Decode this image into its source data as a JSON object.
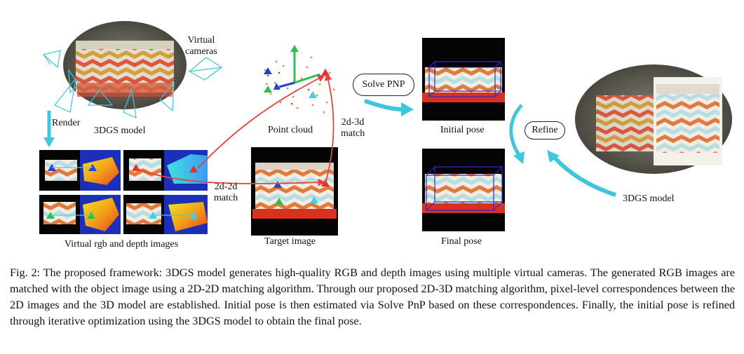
{
  "figure": {
    "labels": {
      "virtual_cameras_line1": "Virtual",
      "virtual_cameras_line2": "cameras",
      "render": "Render",
      "model_left": "3DGS model",
      "point_cloud": "Point cloud",
      "match_2d3d_line1": "2d-3d",
      "match_2d3d_line2": "match",
      "match_2d2d_line1": "2d-2d",
      "match_2d2d_line2": "match",
      "virtual_images": "Virtual rgb and depth images",
      "target_image": "Target image",
      "solve_pnp": "Solve PNP",
      "initial_pose": "Initial pose",
      "final_pose": "Final pose",
      "refine": "Refine",
      "model_right": "3DGS model"
    },
    "colors": {
      "arrow_cyan": "#3fc6dc",
      "match_line": "#e8413c",
      "box_outline": "#2a2ad0",
      "marker_red": "#e03030",
      "marker_blue": "#2540d8",
      "marker_green": "#2fbf4f",
      "marker_cyan": "#46d0e6"
    }
  },
  "caption": {
    "lead": "Fig. 2:",
    "text": "The proposed framework: 3DGS model generates high-quality RGB and depth images using multiple virtual cameras. The generated RGB images are matched with the object image using a 2D-2D matching algorithm. Through our proposed 2D-3D matching algorithm, pixel-level correspondences between the 2D images and the 3D model are established. Initial pose is then estimated via Solve PnP based on these correspondences. Finally, the initial pose is refined through iterative optimization using the 3DGS model to obtain the final pose."
  }
}
